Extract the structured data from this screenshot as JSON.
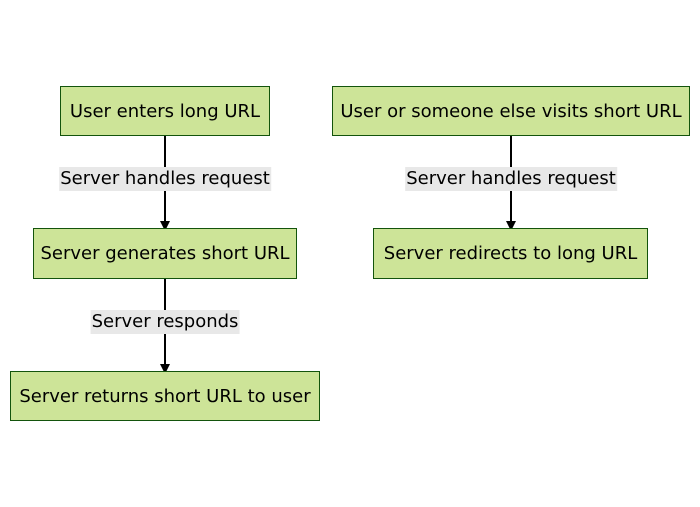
{
  "diagram": {
    "nodes": {
      "user_enters_long_url": "User enters long URL",
      "server_generates_short_url": "Server generates short URL",
      "server_returns_short_url": "Server returns short URL to user",
      "user_visits_short_url": "User or someone else visits short URL",
      "server_redirects": "Server redirects to long URL"
    },
    "edges": {
      "left_handles_request": "Server handles request",
      "left_responds": "Server responds",
      "right_handles_request": "Server handles request"
    }
  }
}
